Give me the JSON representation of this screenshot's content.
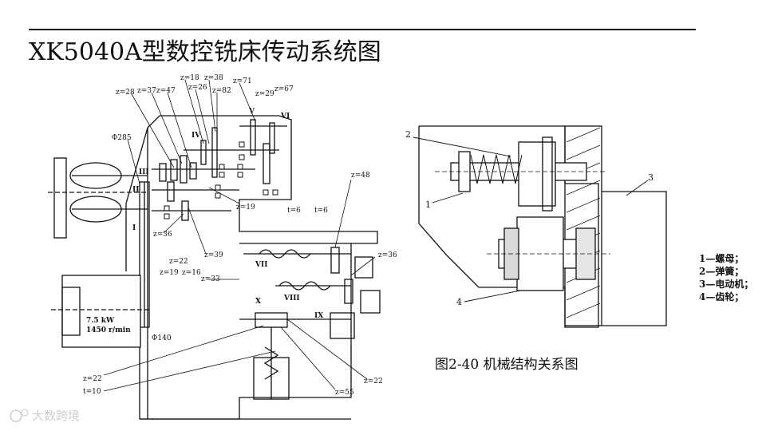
{
  "slide": {
    "title": "XK5040A型数控铣床传动系统图"
  },
  "left_diagram": {
    "gear_labels": [
      "z=28",
      "z=37",
      "z=47",
      "z=18",
      "z=26",
      "z=38",
      "z=82",
      "z=71",
      "z=29",
      "z=67",
      "Φ285",
      "z=48",
      "z=19",
      "z=36",
      "z=22",
      "z=19",
      "z=16",
      "z=39",
      "z=33",
      "t=6",
      "t=6",
      "z=36",
      "z=22",
      "t=10",
      "z=55",
      "z=22",
      "Φ140"
    ],
    "shaft_labels": [
      "III",
      "II",
      "I",
      "IV",
      "V",
      "VI",
      "VII",
      "VIII",
      "X",
      "IX"
    ],
    "motor": {
      "power": "7.5 kW",
      "speed": "1450 r/min"
    }
  },
  "right_diagram": {
    "callouts": [
      "2",
      "1",
      "3",
      "4"
    ],
    "legend": [
      "1—螺母；",
      "2—弹簧；",
      "3—电动机；",
      "4—齿轮；"
    ],
    "caption": "图2-40 机械结构关系图"
  },
  "watermark": {
    "text": "大数跨境"
  }
}
